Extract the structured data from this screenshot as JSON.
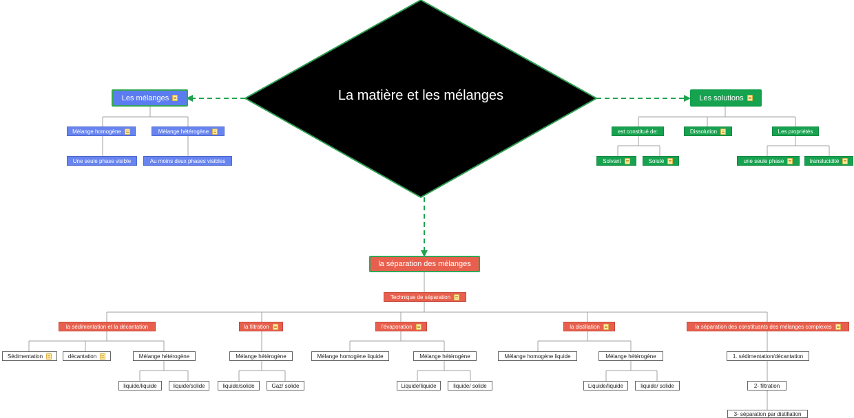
{
  "center": {
    "title": "La matière et les mélanges"
  },
  "branches": {
    "melanges": {
      "label": "Les mélanges",
      "homogene": "Mélange homogène",
      "heterogene": "Mélange hétérogène",
      "phase_visible": "Une seule phase visible",
      "deux_phases": "Au moins deux phases visibles"
    },
    "solutions": {
      "label": "Les solutions",
      "constitue": "est constitué de:",
      "dissolution": "Dissolution",
      "proprietes": "Les propriétés",
      "solvant": "Solvant",
      "solute": "Soluté",
      "une_phase": "une seule phase",
      "translucidite": "translucidité"
    },
    "separation": {
      "label": "la séparation des mélanges",
      "technique": "Technique de séparation",
      "sedimentation_decantation": "la sédimentation et la décantation",
      "filtration": "la filtration",
      "evaporation": "l'évaporation",
      "distillation": "la distillation",
      "complexes": "la séparation des constituants des mélanges complexes",
      "sedimentation": "Sédimentation",
      "decantation": "décantation",
      "heterogene_1": "Mélange hétérogène",
      "ll_1": "liquide/liquide",
      "ls_1": "liquide/solide",
      "heterogene_2": "Mélange hétérogène",
      "ls_2": "liquide/solide",
      "gaz_solide": "Gaz/ solide",
      "homogene_liquide_1": "Mélange homogène liquide",
      "heterogene_3": "Mélange hétérogène",
      "ll_3": "Liquide/liquide",
      "ls_3": "liquide/ solide",
      "homogene_liquide_2": "Mélange homogène liquide",
      "heterogene_4": "Mélange hétérogène",
      "ll_4": "Liquide/liquide",
      "ls_4": "liquide/ solide",
      "step1": "1. sédimentation/décantation",
      "step2": "2- filtration",
      "step3": "3- séparation par distillation"
    }
  },
  "colors": {
    "center": "#000000",
    "center_border": "#2e9e52",
    "blue": "#6784f0",
    "green": "#17a24f",
    "red": "#e8604d",
    "dashed_link": "#1fa34f",
    "tree_line": "#a0a0a0"
  }
}
